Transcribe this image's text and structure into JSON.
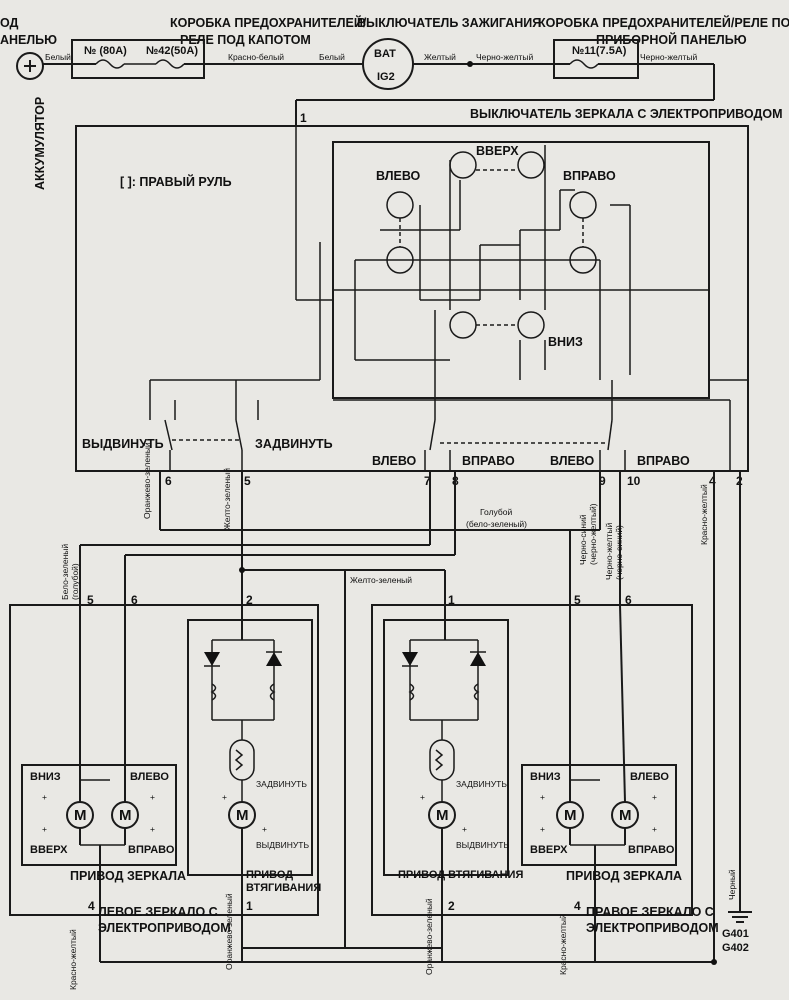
{
  "labels": {
    "hood_fusebox_top": "КОРОБКА ПРЕДОХРАНИТЕЛЕЙ/",
    "hood_fusebox_bottom": "РЕЛЕ ПОД КАПОТОМ",
    "ignition_switch": "ВЫКЛЮЧАТЕЛЬ ЗАЖИГАНИЯ",
    "dash_fusebox_top": "КОРОБКА ПРЕДОХРАНИТЕЛЕЙ/РЕЛЕ ПОД",
    "dash_fusebox_bottom": "ПРИБОРНОЙ ПАНЕЛЬЮ",
    "edge_fragment_top": "ОД",
    "edge_fragment_bottom": "АНЕЛЬЮ",
    "battery": "АККУМУЛЯТОР",
    "fuse_a": "№ (80A)",
    "fuse_b": "№42(50A)",
    "fuse_c": "№11(7.5A)",
    "bat": "BAT",
    "ig2": "IG2",
    "mirror_switch": "ВЫКЛЮЧАТЕЛЬ ЗЕРКАЛА С ЭЛЕКТРОПРИВОДОМ",
    "right_hand_note": "[ ]: ПРАВЫЙ РУЛЬ",
    "up": "ВВЕРХ",
    "down": "ВНИЗ",
    "left": "ВЛЕВО",
    "right": "ВПРАВО",
    "extend": "ВЫДВИНУТЬ",
    "retract": "ЗАДВИНУТЬ",
    "motor": "M",
    "mirror_drive": "ПРИВОД ЗЕРКАЛА",
    "retract_drive_top": "ПРИВОД",
    "retract_drive_bottom": "ВТЯГИВАНИЯ",
    "retract_drive_inline": "ПРИВОД  ВТЯГИВАНИЯ",
    "left_mirror_top": "ЛЕВОЕ ЗЕРКАЛО С",
    "left_mirror_bottom": "ЭЛЕКТРОПРИВОДОМ",
    "right_mirror_top": "ПРАВОЕ ЗЕРКАЛО С",
    "right_mirror_bottom": "ЭЛЕКТРОПРИВОДОМ",
    "ground_1": "G401",
    "ground_2": "G402",
    "plus": "+"
  },
  "wires": {
    "white": "Белый",
    "red_white": "Красно-белый",
    "yellow": "Желтый",
    "black_yellow": "Черно-желтый",
    "orange_green": "Оранжево-зеленый",
    "yellow_green": "Желто-зеленый",
    "blue": "Голубой",
    "white_green_paren": "(бело-зеленый)",
    "white_green": "Бело-зеленый",
    "blue_paren": "(голубой)",
    "black_blue": "Черно-синий",
    "black_yellow_paren": "(черно-желтый)",
    "black_blue_paren": "(черно-синий)",
    "red_yellow": "Красно-желтый",
    "black": "Черный"
  },
  "pins": {
    "p1": "1",
    "p2": "2",
    "p4": "4",
    "p5": "5",
    "p6": "6",
    "p7": "7",
    "p8": "8",
    "p9": "9",
    "p10": "10"
  }
}
